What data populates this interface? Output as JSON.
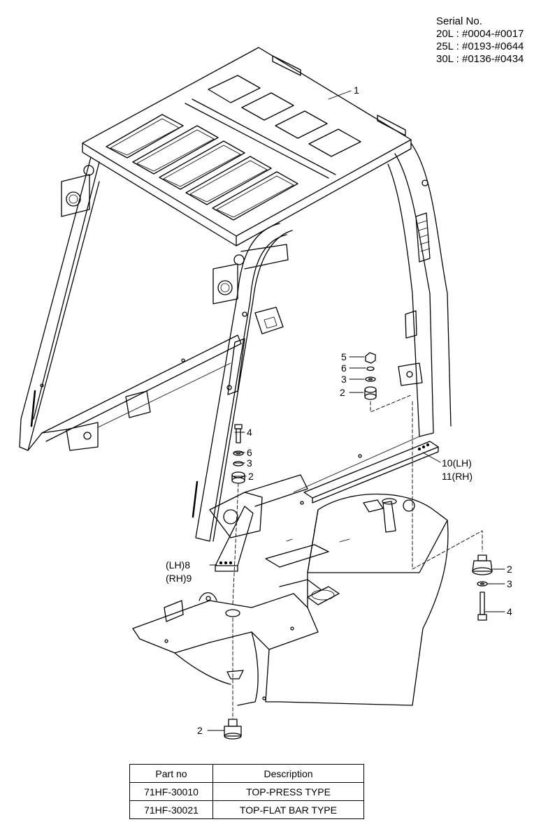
{
  "serial": {
    "heading": "Serial No.",
    "ranges": [
      "20L : #0004-#0017",
      "25L : #0193-#0644",
      "30L : #0136-#0434"
    ]
  },
  "callouts": {
    "c1": "1",
    "c5": "5",
    "c6a": "6",
    "c3a": "3",
    "c2a": "2",
    "c4a": "4",
    "c6b": "6",
    "c3b": "3",
    "c2b": "2",
    "c10": "10(LH)",
    "c11": "11(RH)",
    "c8": "(LH)8",
    "c9": "(RH)9",
    "c2c": "2",
    "c3c": "3",
    "c4c": "4",
    "c2d": "2"
  },
  "table": {
    "headers": [
      "Part no",
      "Description"
    ],
    "rows": [
      [
        "71HF-30010",
        "TOP-PRESS TYPE"
      ],
      [
        "71HF-30021",
        "TOP-FLAT BAR TYPE"
      ]
    ]
  }
}
